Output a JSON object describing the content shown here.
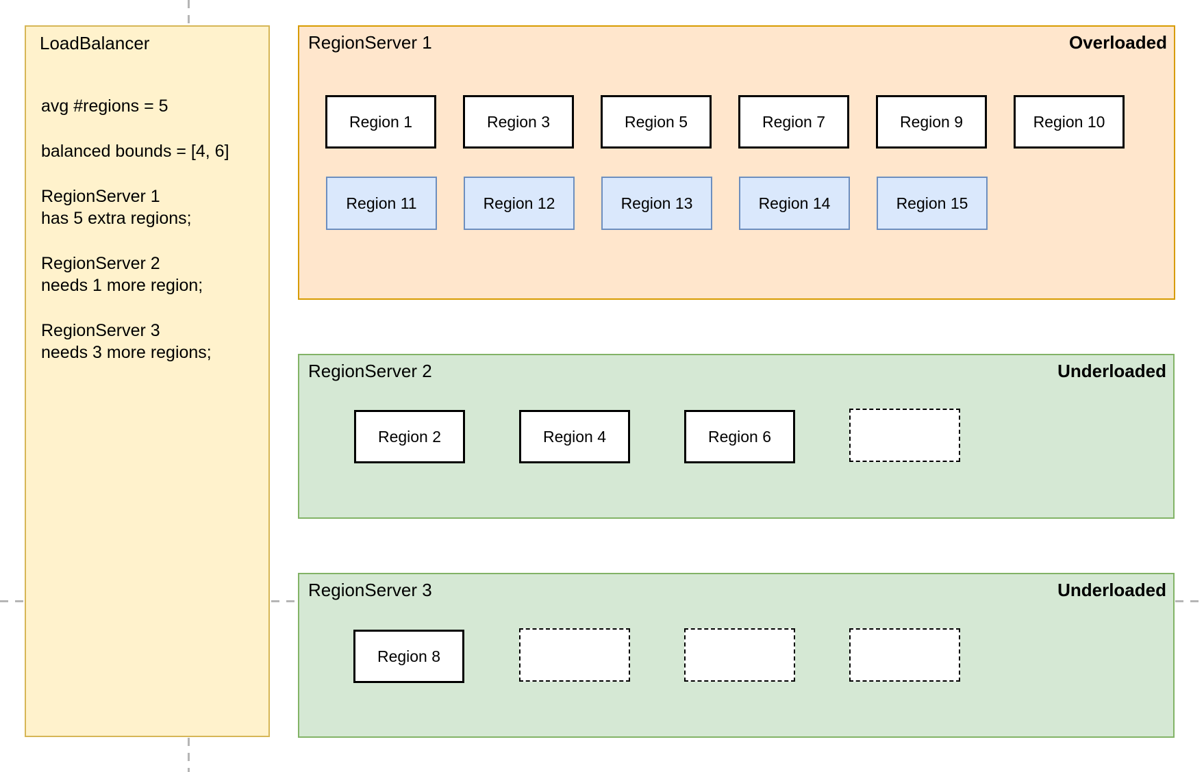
{
  "load_balancer": {
    "title": "LoadBalancer",
    "notes": [
      {
        "lines": [
          "avg #regions = 5"
        ]
      },
      {
        "lines": [
          "balanced bounds = [4, 6]"
        ]
      },
      {
        "lines": [
          "RegionServer 1",
          "has 5 extra regions;"
        ]
      },
      {
        "lines": [
          "RegionServer 2",
          "needs 1 more region;"
        ]
      },
      {
        "lines": [
          "RegionServer 3",
          "needs 3 more regions;"
        ]
      }
    ]
  },
  "servers": [
    {
      "title": "RegionServer 1",
      "status": "Overloaded",
      "assigned_regions": [
        "Region 1",
        "Region 3",
        "Region 5",
        "Region 7",
        "Region 9",
        "Region 10"
      ],
      "regions_to_move": [
        "Region 11",
        "Region 12",
        "Region 13",
        "Region 14",
        "Region 15"
      ],
      "empty_slots": 0
    },
    {
      "title": "RegionServer 2",
      "status": "Underloaded",
      "assigned_regions": [
        "Region 2",
        "Region 4",
        "Region 6"
      ],
      "regions_to_move": [],
      "empty_slots": 1
    },
    {
      "title": "RegionServer 3",
      "status": "Underloaded",
      "assigned_regions": [
        "Region 8"
      ],
      "regions_to_move": [],
      "empty_slots": 3
    }
  ],
  "colors": {
    "panel_fill": "#FFF2CC",
    "panel_border": "#D6B656",
    "overloaded_fill": "#FFE6CC",
    "overloaded_border": "#D79B00",
    "underloaded_fill": "#D5E8D4",
    "underloaded_border": "#82B366",
    "region_fill": "#FFFFFF",
    "region_border": "#000000",
    "moving_region_fill": "#DAE8FC",
    "moving_region_border": "#6C8EBF",
    "guide_color": "#B5B5B5"
  }
}
